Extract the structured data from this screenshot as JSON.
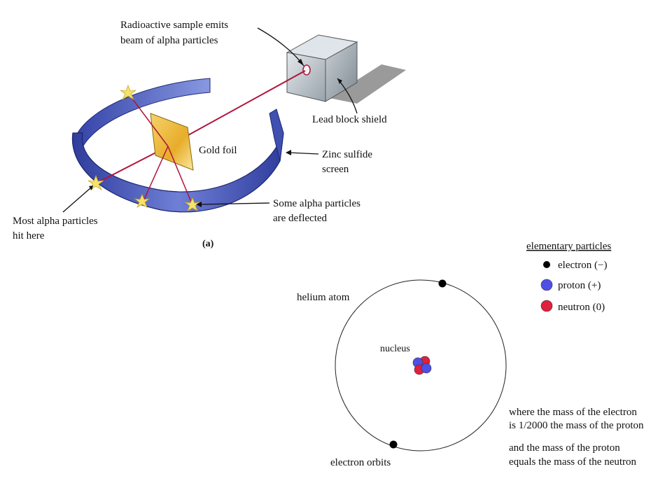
{
  "experiment": {
    "labels": {
      "source": [
        "Radioactive sample emits",
        "beam of alpha particles"
      ],
      "shield": "Lead block shield",
      "foil": "Gold foil",
      "screen": [
        "Zinc sulfide",
        "screen"
      ],
      "most_hit": [
        "Most alpha particles",
        "hit here"
      ],
      "deflected": [
        "Some alpha particles",
        "are deflected"
      ],
      "caption": "(a)"
    },
    "colors": {
      "beam": "#b0143c",
      "screen": "#4a58b8",
      "foil": "#e8b73a",
      "block": "#b9c2c9",
      "shadow": "#9a9a9a",
      "flash": "#f7e36a"
    }
  },
  "atom": {
    "title": "helium atom",
    "nucleus_label": "nucleus",
    "orbit_label": "electron orbits",
    "colors": {
      "electron": "#000000",
      "proton": "#4f4fe6",
      "neutron": "#e0203c",
      "orbit": "#222222"
    }
  },
  "legend": {
    "title": "elementary particles",
    "items": [
      {
        "label": "electron (−)",
        "icon": "electron-dot"
      },
      {
        "label": "proton (+)",
        "icon": "proton-dot"
      },
      {
        "label": "neutron (0)",
        "icon": "neutron-dot"
      }
    ]
  },
  "notes": {
    "mass1": [
      "where the mass of the electron",
      "is 1/2000 the mass of the proton"
    ],
    "mass2": [
      "and the mass of the proton",
      "equals the mass of the neutron"
    ]
  }
}
